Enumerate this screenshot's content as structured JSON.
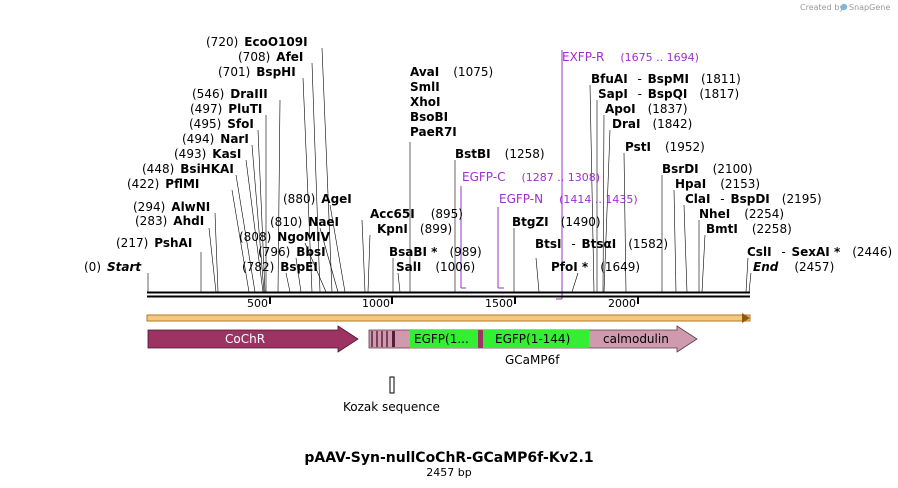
{
  "credit": {
    "text": "Created by",
    "brand": "SnapGene"
  },
  "map_title": "pAAV-Syn-nullCoChR-GCaMP6f-Kv2.1",
  "length_label": "2457 bp",
  "ruler": {
    "ticks": [
      "500",
      "1000",
      "1500",
      "2000"
    ]
  },
  "features": {
    "cochr": "CoChR",
    "egfp_c_part": "EGFP(1...",
    "egfp_n_part": "EGFP(1-144)",
    "calmodulin": "calmodulin",
    "gcamp6f": "GCaMP6f",
    "kozak": "Kozak sequence"
  },
  "colors": {
    "cochr": "#9c3363",
    "gcamp_light": "#d09aae",
    "egfp": "#33ee33",
    "primer": "#9b30d0",
    "orf": "#e8a23a"
  },
  "sites": [
    {
      "name": "Start",
      "pos": "(0)"
    },
    {
      "name": "PshAI",
      "pos": "(217)"
    },
    {
      "name": "AhdI",
      "pos": "(283)"
    },
    {
      "name": "AlwNI",
      "pos": "(294)"
    },
    {
      "name": "PflMI",
      "pos": "(422)"
    },
    {
      "name": "BsiHKAI",
      "pos": "(448)"
    },
    {
      "name": "KasI",
      "pos": "(493)"
    },
    {
      "name": "NarI",
      "pos": "(494)"
    },
    {
      "name": "SfoI",
      "pos": "(495)"
    },
    {
      "name": "PluTI",
      "pos": "(497)"
    },
    {
      "name": "DraIII",
      "pos": "(546)"
    },
    {
      "name": "BspHI",
      "pos": "(701)"
    },
    {
      "name": "AfeI",
      "pos": "(708)"
    },
    {
      "name": "EcoO109I",
      "pos": "(720)"
    },
    {
      "name": "BspEI",
      "pos": "(782)"
    },
    {
      "name": "BbsI",
      "pos": "(796)"
    },
    {
      "name": "NgoMIV",
      "pos": "(808)"
    },
    {
      "name": "NaeI",
      "pos": "(810)"
    },
    {
      "name": "AgeI",
      "pos": "(880)"
    },
    {
      "name": "Acc65I",
      "pos": "(895)"
    },
    {
      "name": "KpnI",
      "pos": "(899)"
    },
    {
      "name": "AvaI",
      "pos": "(1075)"
    },
    {
      "name": "SmlI",
      "pos": ""
    },
    {
      "name": "XhoI",
      "pos": ""
    },
    {
      "name": "BsoBI",
      "pos": ""
    },
    {
      "name": "PaeR7I",
      "pos": ""
    },
    {
      "name": "BsaBI *",
      "pos": "(989)"
    },
    {
      "name": "SalI",
      "pos": "(1006)"
    },
    {
      "name": "BstBI",
      "pos": "(1258)"
    },
    {
      "name": "BtgZI",
      "pos": "(1490)"
    },
    {
      "name": "BtsI",
      "partner": "BtsαI",
      "pos": "(1582)"
    },
    {
      "name": "PfoI *",
      "pos": "(1649)"
    },
    {
      "name": "BfuAI",
      "partner": "BspMI",
      "pos": "(1811)"
    },
    {
      "name": "SapI",
      "partner": "BspQI",
      "pos": "(1817)"
    },
    {
      "name": "ApoI",
      "pos": "(1837)"
    },
    {
      "name": "DraI",
      "pos": "(1842)"
    },
    {
      "name": "PstI",
      "pos": "(1952)"
    },
    {
      "name": "BsrDI",
      "pos": "(2100)"
    },
    {
      "name": "HpaI",
      "pos": "(2153)"
    },
    {
      "name": "ClaI",
      "partner": "BspDI",
      "pos": "(2195)"
    },
    {
      "name": "NheI",
      "pos": "(2254)"
    },
    {
      "name": "BmtI",
      "pos": "(2258)"
    },
    {
      "name": "CslI",
      "partner": "SexAI *",
      "pos": "(2446)"
    },
    {
      "name": "End",
      "pos": "(2457)"
    }
  ],
  "primers": [
    {
      "name": "EXFP-R",
      "range": "(1675 .. 1694)"
    },
    {
      "name": "EGFP-C",
      "range": "(1287 .. 1308)"
    },
    {
      "name": "EGFP-N",
      "range": "(1414 .. 1435)"
    }
  ]
}
